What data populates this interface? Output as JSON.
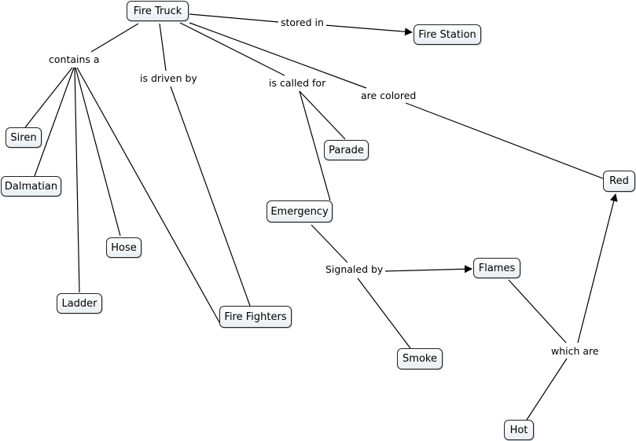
{
  "concept_map": {
    "concepts": {
      "fire_truck": "Fire Truck",
      "fire_station": "Fire Station",
      "siren": "Siren",
      "dalmatian": "Dalmatian",
      "hose": "Hose",
      "ladder": "Ladder",
      "fire_fighters": "Fire Fighters",
      "parade": "Parade",
      "emergency": "Emergency",
      "flames": "Flames",
      "smoke": "Smoke",
      "red": "Red",
      "hot": "Hot"
    },
    "linking_phrases": {
      "contains": "contains a",
      "driven": "is driven by",
      "called_for": "is called for",
      "colored": "are colored",
      "stored": "stored in",
      "signaled": "Signaled by",
      "which_are": "which are"
    }
  }
}
